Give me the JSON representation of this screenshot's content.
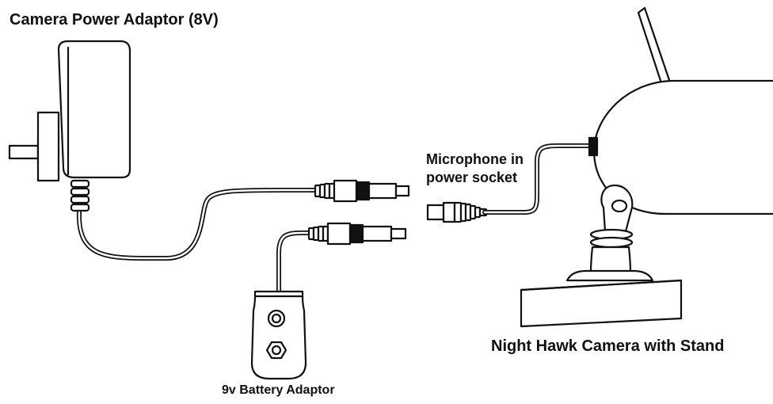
{
  "labels": {
    "power_adaptor": "Camera Power Adaptor (8V)",
    "mic_line1": "Microphone in",
    "mic_line2": "power socket",
    "camera": "Night Hawk Camera with Stand",
    "battery": "9v Battery Adaptor"
  },
  "colors": {
    "stroke": "#111111",
    "fill": "#ffffff",
    "background": "#ffffff"
  },
  "icons": {
    "adaptor": "wall-plug-adaptor",
    "battery_clip": "9v-battery-clip",
    "camera": "wireless-camera"
  }
}
